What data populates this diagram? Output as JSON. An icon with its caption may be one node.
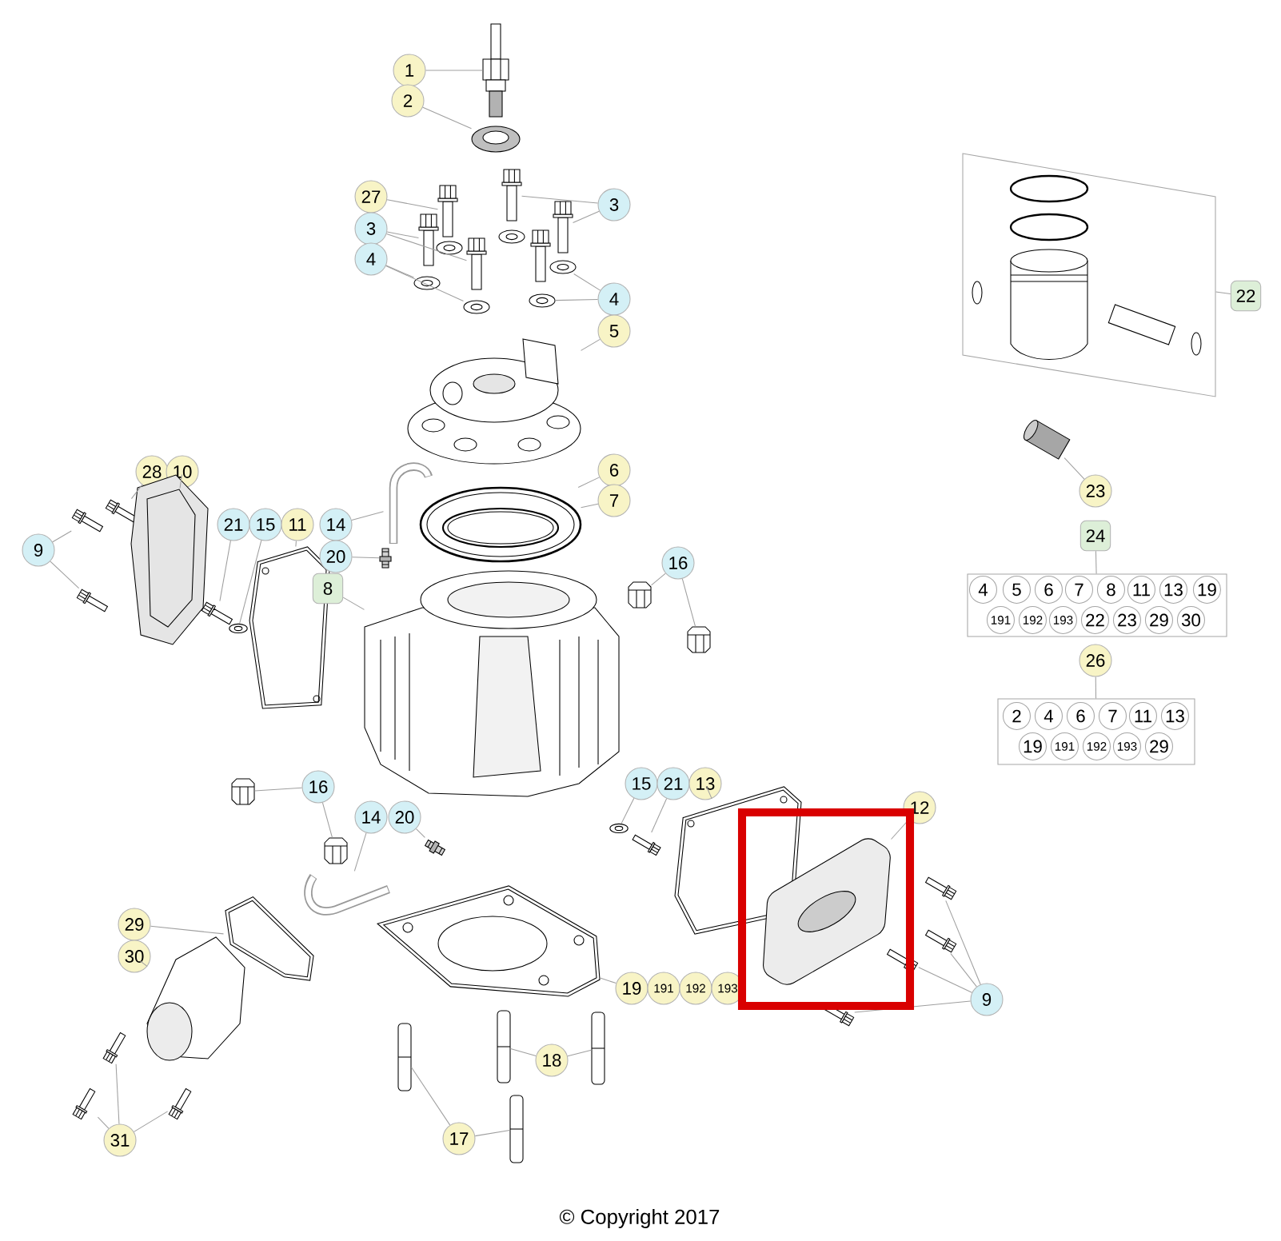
{
  "diagram": {
    "nodes": [
      {
        "text": [
          "1"
        ]
      },
      {
        "text": [],
        "shape": "picture"
      },
      {
        "text": [
          "2"
        ]
      },
      {
        "text": [],
        "shape": "picture"
      },
      {
        "text": [
          "27"
        ]
      },
      {
        "text": [],
        "shape": "picture"
      },
      {
        "text": [
          "3"
        ]
      },
      {
        "text": [],
        "shape": "picture"
      },
      {
        "text": [],
        "shape": "picture"
      },
      {
        "text": [
          "4"
        ]
      },
      {
        "text": [],
        "shape": "picture"
      },
      {
        "text": [],
        "shape": "picture"
      },
      {
        "text": [
          "3"
        ]
      },
      {
        "text": [],
        "shape": "picture"
      },
      {
        "text": [],
        "shape": "picture"
      },
      {
        "text": [
          "4"
        ]
      },
      {
        "text": [],
        "shape": "picture"
      },
      {
        "text": [],
        "shape": "picture"
      },
      {
        "text": [
          "5"
        ]
      },
      {
        "text": [],
        "shape": "picture"
      },
      {
        "text": [
          "6"
        ]
      },
      {
        "text": [],
        "shape": "picture"
      },
      {
        "text": [
          "7"
        ]
      },
      {
        "text": [
          "22"
        ]
      },
      {
        "text": [],
        "shape": "box"
      },
      {
        "text": [
          "23"
        ]
      },
      {
        "text": [],
        "shape": "picture"
      },
      {
        "text": [
          "24"
        ]
      },
      {
        "text": [],
        "shape": "box"
      },
      {
        "text": [
          "4"
        ],
        "in": 28
      },
      {
        "text": [
          "5"
        ],
        "in": 28
      },
      {
        "text": [
          "6"
        ],
        "in": 28
      },
      {
        "text": [
          "7"
        ],
        "in": 28
      },
      {
        "text": [
          "8"
        ],
        "in": 28
      },
      {
        "text": [
          "11"
        ],
        "in": 28
      },
      {
        "text": [
          "13"
        ],
        "in": 28
      },
      {
        "text": [
          "19"
        ],
        "in": 28
      },
      {
        "text": [
          "191"
        ],
        "in": 28
      },
      {
        "text": [
          "192"
        ],
        "in": 28
      },
      {
        "text": [
          "193"
        ],
        "in": 28
      },
      {
        "text": [
          "22"
        ],
        "in": 28
      },
      {
        "text": [
          "23"
        ],
        "in": 28
      },
      {
        "text": [
          "29"
        ],
        "in": 28
      },
      {
        "text": [
          "30"
        ],
        "in": 28
      },
      {
        "text": [
          "26"
        ]
      },
      {
        "text": [],
        "shape": "box"
      },
      {
        "text": [
          "2"
        ],
        "in": 45
      },
      {
        "text": [
          "4"
        ],
        "in": 45
      },
      {
        "text": [
          "6"
        ],
        "in": 45
      },
      {
        "text": [
          "7"
        ],
        "in": 45
      },
      {
        "text": [
          "11"
        ],
        "in": 45
      },
      {
        "text": [
          "13"
        ],
        "in": 45
      },
      {
        "text": [
          "19"
        ],
        "in": 45
      },
      {
        "text": [
          "191"
        ],
        "in": 45
      },
      {
        "text": [
          "192"
        ],
        "in": 45
      },
      {
        "text": [
          "193"
        ],
        "in": 45
      },
      {
        "text": [
          "29"
        ],
        "in": 45
      },
      {
        "text": [
          "28"
        ]
      },
      {
        "text": [],
        "shape": "picture"
      },
      {
        "text": [
          "10"
        ]
      },
      {
        "text": [],
        "shape": "picture"
      },
      {
        "text": [
          "9"
        ]
      },
      {
        "text": [],
        "shape": "picture"
      },
      {
        "text": [],
        "shape": "picture"
      },
      {
        "text": [
          "21"
        ]
      },
      {
        "text": [],
        "shape": "picture"
      },
      {
        "text": [
          "15"
        ]
      },
      {
        "text": [],
        "shape": "picture"
      },
      {
        "text": [
          "11"
        ]
      },
      {
        "text": [],
        "shape": "picture"
      },
      {
        "text": [
          "14"
        ]
      },
      {
        "text": [],
        "shape": "picture"
      },
      {
        "text": [
          "20"
        ]
      },
      {
        "text": [],
        "shape": "picture"
      },
      {
        "text": [
          "8"
        ]
      },
      {
        "text": [],
        "shape": "picture"
      },
      {
        "text": [
          "16"
        ]
      },
      {
        "text": [],
        "shape": "picture"
      },
      {
        "text": [],
        "shape": "picture"
      },
      {
        "text": [
          "16"
        ]
      },
      {
        "text": [],
        "shape": "picture"
      },
      {
        "text": [],
        "shape": "picture"
      },
      {
        "text": [
          "15"
        ]
      },
      {
        "text": [],
        "shape": "picture"
      },
      {
        "text": [
          "21"
        ]
      },
      {
        "text": [],
        "shape": "picture"
      },
      {
        "text": [
          "13"
        ]
      },
      {
        "text": [],
        "shape": "picture"
      },
      {
        "text": [
          "12"
        ]
      },
      {
        "text": [],
        "shape": "picture"
      },
      {
        "text": [
          "14"
        ]
      },
      {
        "text": [],
        "shape": "picture"
      },
      {
        "text": [
          "20"
        ]
      },
      {
        "text": [],
        "shape": "picture"
      },
      {
        "text": [
          "29"
        ]
      },
      {
        "text": [],
        "shape": "picture"
      },
      {
        "text": [
          "30"
        ]
      },
      {
        "text": [],
        "shape": "picture"
      },
      {
        "text": [
          "9"
        ]
      },
      {
        "text": [],
        "shape": "picture"
      },
      {
        "text": [],
        "shape": "picture"
      },
      {
        "text": [],
        "shape": "picture"
      },
      {
        "text": [],
        "shape": "picture"
      },
      {
        "text": [
          "19"
        ]
      },
      {
        "text": [],
        "shape": "picture"
      },
      {
        "text": [
          "191"
        ]
      },
      {
        "text": [
          "192"
        ]
      },
      {
        "text": [
          "193"
        ]
      },
      {
        "text": [
          "18"
        ]
      },
      {
        "text": [],
        "shape": "picture"
      },
      {
        "text": [],
        "shape": "picture"
      },
      {
        "text": [
          "17"
        ]
      },
      {
        "text": [],
        "shape": "picture"
      },
      {
        "text": [],
        "shape": "picture"
      },
      {
        "text": [
          "31"
        ]
      },
      {
        "text": [],
        "shape": "picture"
      },
      {
        "text": [],
        "shape": "picture"
      },
      {
        "text": [],
        "shape": "picture"
      }
    ],
    "edges": [
      {
        "from": 0,
        "to": 1,
        "arrow": "none"
      },
      {
        "from": 2,
        "to": 3,
        "arrow": "none"
      },
      {
        "from": 4,
        "to": 5,
        "arrow": "none"
      },
      {
        "from": 6,
        "to": 7,
        "arrow": "none"
      },
      {
        "from": 6,
        "to": 8,
        "arrow": "none"
      },
      {
        "from": 9,
        "to": 10,
        "arrow": "none"
      },
      {
        "from": 9,
        "to": 11,
        "arrow": "none"
      },
      {
        "from": 12,
        "to": 13,
        "arrow": "none"
      },
      {
        "from": 12,
        "to": 14,
        "arrow": "none"
      },
      {
        "from": 15,
        "to": 16,
        "arrow": "none"
      },
      {
        "from": 15,
        "to": 17,
        "arrow": "none"
      },
      {
        "from": 18,
        "to": 19,
        "arrow": "none"
      },
      {
        "from": 20,
        "to": 21,
        "arrow": "none"
      },
      {
        "from": 22,
        "to": 21,
        "arrow": "none"
      },
      {
        "from": 23,
        "to": 24,
        "arrow": "none"
      },
      {
        "from": 25,
        "to": 26,
        "arrow": "none"
      },
      {
        "from": 27,
        "to": 28,
        "arrow": "none"
      },
      {
        "from": 44,
        "to": 45,
        "arrow": "none"
      },
      {
        "from": 57,
        "to": 58,
        "arrow": "none"
      },
      {
        "from": 59,
        "to": 60,
        "arrow": "none"
      },
      {
        "from": 61,
        "to": 62,
        "arrow": "none"
      },
      {
        "from": 61,
        "to": 63,
        "arrow": "none"
      },
      {
        "from": 64,
        "to": 65,
        "arrow": "none"
      },
      {
        "from": 66,
        "to": 67,
        "arrow": "none"
      },
      {
        "from": 68,
        "to": 69,
        "arrow": "none"
      },
      {
        "from": 70,
        "to": 71,
        "arrow": "none"
      },
      {
        "from": 72,
        "to": 73,
        "arrow": "none"
      },
      {
        "from": 74,
        "to": 75,
        "arrow": "none"
      },
      {
        "from": 76,
        "to": 77,
        "arrow": "none"
      },
      {
        "from": 76,
        "to": 78,
        "arrow": "none"
      },
      {
        "from": 79,
        "to": 80,
        "arrow": "none"
      },
      {
        "from": 79,
        "to": 81,
        "arrow": "none"
      },
      {
        "from": 82,
        "to": 83,
        "arrow": "none"
      },
      {
        "from": 84,
        "to": 85,
        "arrow": "none"
      },
      {
        "from": 86,
        "to": 87,
        "arrow": "none"
      },
      {
        "from": 88,
        "to": 89,
        "arrow": "none"
      },
      {
        "from": 90,
        "to": 91,
        "arrow": "none"
      },
      {
        "from": 92,
        "to": 93,
        "arrow": "none"
      },
      {
        "from": 94,
        "to": 95,
        "arrow": "none"
      },
      {
        "from": 96,
        "to": 97,
        "arrow": "none"
      },
      {
        "from": 98,
        "to": 99,
        "arrow": "none"
      },
      {
        "from": 98,
        "to": 100,
        "arrow": "none"
      },
      {
        "from": 98,
        "to": 101,
        "arrow": "none"
      },
      {
        "from": 98,
        "to": 102,
        "arrow": "none"
      },
      {
        "from": 103,
        "to": 104,
        "arrow": "none"
      },
      {
        "from": 108,
        "to": 109,
        "arrow": "none"
      },
      {
        "from": 108,
        "to": 110,
        "arrow": "none"
      },
      {
        "from": 111,
        "to": 112,
        "arrow": "none"
      },
      {
        "from": 111,
        "to": 113,
        "arrow": "none"
      },
      {
        "from": 114,
        "to": 115,
        "arrow": "none"
      },
      {
        "from": 114,
        "to": 116,
        "arrow": "none"
      },
      {
        "from": 114,
        "to": 117,
        "arrow": "none"
      }
    ],
    "labels": [
      "© Copyright 2017"
    ]
  }
}
